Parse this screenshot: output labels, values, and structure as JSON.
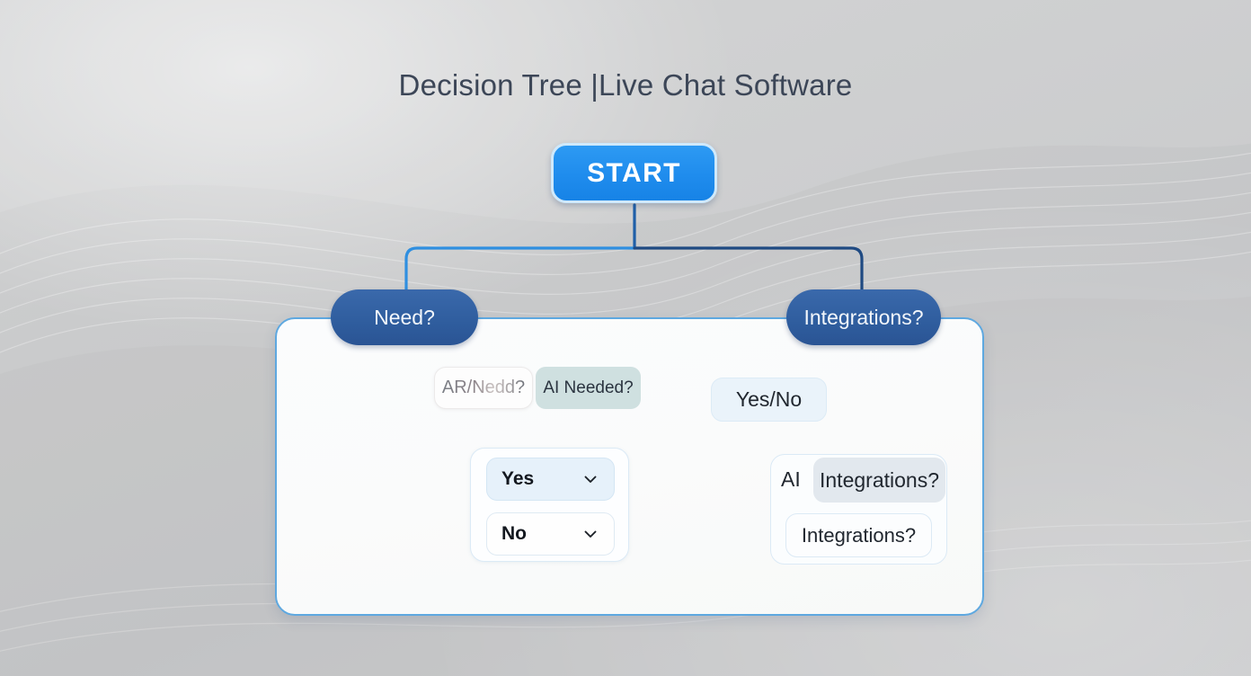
{
  "page": {
    "title": "Decision Tree |Live Chat Software",
    "background_color": "#c9cacb"
  },
  "colors": {
    "start_fill": "#1f8ced",
    "start_border": "#cfe9fb",
    "pill_fill": "#2f5d9e",
    "panel_border": "#5ea8e0",
    "panel_fill": "#fafbfb",
    "teal_node_fill": "#cfe0e0",
    "grey_node_fill": "#e2e8ee",
    "select_active_fill": "#e6f1fa",
    "connector_bright": "#2f8fe0",
    "connector_dark": "#1f4a82",
    "connector_light": "#8cc6e2",
    "title_color": "#3c4657"
  },
  "diagram": {
    "start": {
      "label": "START",
      "type": "start-node"
    },
    "branches": [
      {
        "label": "Need?",
        "type": "decision-pill",
        "side": "left"
      },
      {
        "label": "Integrations?",
        "type": "decision-pill",
        "side": "right"
      }
    ],
    "left_branch": {
      "ghost_node": {
        "label": "AR/Nedd?",
        "state": "faded"
      },
      "highlight_node": {
        "label": "AI Needed?",
        "state": "teal"
      },
      "selects": [
        {
          "value": "Yes",
          "icon": "chevron-down-icon",
          "state": "selected"
        },
        {
          "value": "No",
          "icon": "chevron-down-icon",
          "state": "default"
        }
      ]
    },
    "right_branch": {
      "yes_no_node": {
        "label": "Yes/No"
      },
      "ai_label": "AI",
      "overlap_node": {
        "label": "Integrations?",
        "state": "grey"
      },
      "outline_node": {
        "label": "Integrations?",
        "state": "outlined"
      }
    }
  }
}
